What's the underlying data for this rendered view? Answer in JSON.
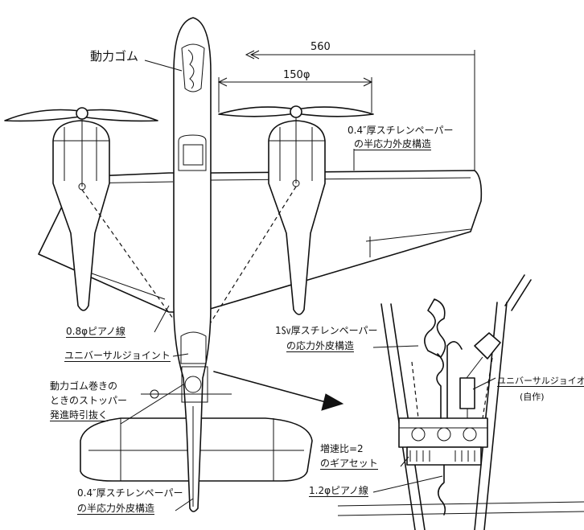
{
  "labels": {
    "rubber_motor": "動力ゴム",
    "dim_span": "560",
    "dim_prop": "150φ",
    "skin_04_top": "0.4″厚スチレンペーパー",
    "skin_04_top_2": "の半応力外皮構造",
    "piano_08": "0.8φピアノ線",
    "universal_joint": "ユニバーサルジョイント",
    "stopper_1": "動力ゴム巻きの",
    "stopper_2": "ときのストッパー",
    "stopper_3": "発進時引抜く",
    "skin_04_bottom": "0.4″厚スチレンペーパー",
    "skin_04_bottom_2": "の半応力外皮構造",
    "skin_1mm": "1㏜厚スチレンペーパー",
    "skin_1mm_2": "の応力外皮構造",
    "gear_ratio": "増速比=2",
    "gear_set": "のギアセット",
    "piano_12": "1.2φピアノ線",
    "uj_detail": "ユニバーサルジョイオ",
    "uj_detail_note": "(自作)"
  }
}
